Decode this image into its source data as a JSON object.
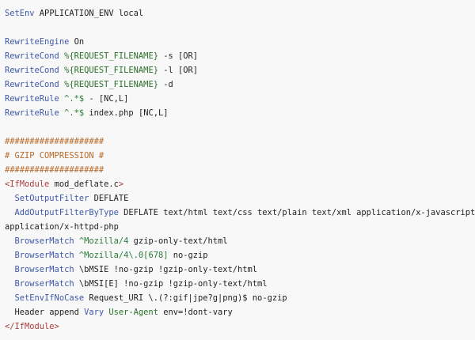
{
  "colors": {
    "background": "#f8f8f8",
    "keyword": "#3d58a8",
    "variable": "#2a6f2a",
    "string": "#2a7a3a",
    "comment": "#b86a2a",
    "tag": "#a83d3d",
    "text": "#222222"
  },
  "lines": [
    [
      {
        "t": "kw",
        "v": "SetEnv"
      },
      {
        "t": "plain",
        "v": " APPLICATION_ENV local"
      }
    ],
    [],
    [
      {
        "t": "kw",
        "v": "RewriteEngine"
      },
      {
        "t": "plain",
        "v": " On"
      }
    ],
    [
      {
        "t": "kw",
        "v": "RewriteCond"
      },
      {
        "t": "plain",
        "v": " "
      },
      {
        "t": "var",
        "v": "%{REQUEST_FILENAME}"
      },
      {
        "t": "plain",
        "v": " -s [OR]"
      }
    ],
    [
      {
        "t": "kw",
        "v": "RewriteCond"
      },
      {
        "t": "plain",
        "v": " "
      },
      {
        "t": "var",
        "v": "%{REQUEST_FILENAME}"
      },
      {
        "t": "plain",
        "v": " -l [OR]"
      }
    ],
    [
      {
        "t": "kw",
        "v": "RewriteCond"
      },
      {
        "t": "plain",
        "v": " "
      },
      {
        "t": "var",
        "v": "%{REQUEST_FILENAME}"
      },
      {
        "t": "plain",
        "v": " -d"
      }
    ],
    [
      {
        "t": "kw",
        "v": "RewriteRule"
      },
      {
        "t": "plain",
        "v": " "
      },
      {
        "t": "str",
        "v": "^.*$"
      },
      {
        "t": "plain",
        "v": " - [NC,L]"
      }
    ],
    [
      {
        "t": "kw",
        "v": "RewriteRule"
      },
      {
        "t": "plain",
        "v": " "
      },
      {
        "t": "str",
        "v": "^.*$"
      },
      {
        "t": "plain",
        "v": " index.php [NC,L]"
      }
    ],
    [],
    [
      {
        "t": "com",
        "v": "####################"
      }
    ],
    [
      {
        "t": "com",
        "v": "# GZIP COMPRESSION #"
      }
    ],
    [
      {
        "t": "com",
        "v": "####################"
      }
    ],
    [
      {
        "t": "tag",
        "v": "<IfModule"
      },
      {
        "t": "plain",
        "v": " mod_deflate.c"
      },
      {
        "t": "tag",
        "v": ">"
      }
    ],
    [
      {
        "t": "plain",
        "v": "  "
      },
      {
        "t": "kw",
        "v": "SetOutputFilter"
      },
      {
        "t": "plain",
        "v": " DEFLATE"
      }
    ],
    [
      {
        "t": "plain",
        "v": "  "
      },
      {
        "t": "kw",
        "v": "AddOutputFilterByType"
      },
      {
        "t": "plain",
        "v": " DEFLATE text/html text/css text/plain text/xml application/x-javascript"
      }
    ],
    [
      {
        "t": "plain",
        "v": "application/x-httpd-php"
      }
    ],
    [
      {
        "t": "plain",
        "v": "  "
      },
      {
        "t": "kw",
        "v": "BrowserMatch"
      },
      {
        "t": "plain",
        "v": " "
      },
      {
        "t": "str",
        "v": "^Mozilla/4"
      },
      {
        "t": "plain",
        "v": " gzip-only-text/html"
      }
    ],
    [
      {
        "t": "plain",
        "v": "  "
      },
      {
        "t": "kw",
        "v": "BrowserMatch"
      },
      {
        "t": "plain",
        "v": " "
      },
      {
        "t": "str",
        "v": "^Mozilla/4\\.0[678]"
      },
      {
        "t": "plain",
        "v": " no-gzip"
      }
    ],
    [
      {
        "t": "plain",
        "v": "  "
      },
      {
        "t": "kw",
        "v": "BrowserMatch"
      },
      {
        "t": "plain",
        "v": " \\bMSIE !no-gzip !gzip-only-text/html"
      }
    ],
    [
      {
        "t": "plain",
        "v": "  "
      },
      {
        "t": "kw",
        "v": "BrowserMatch"
      },
      {
        "t": "plain",
        "v": " \\bMSI[E] !no-gzip !gzip-only-text/html"
      }
    ],
    [
      {
        "t": "plain",
        "v": "  "
      },
      {
        "t": "kw",
        "v": "SetEnvIfNoCase"
      },
      {
        "t": "plain",
        "v": " Request_URI \\.(?:gif|jpe?g|png)$ no-gzip"
      }
    ],
    [
      {
        "t": "plain",
        "v": "  Header append "
      },
      {
        "t": "kw",
        "v": "Vary"
      },
      {
        "t": "plain",
        "v": " "
      },
      {
        "t": "var",
        "v": "User-Agent"
      },
      {
        "t": "plain",
        "v": " env=!dont-vary"
      }
    ],
    [
      {
        "t": "tag",
        "v": "</IfModule>"
      }
    ]
  ]
}
